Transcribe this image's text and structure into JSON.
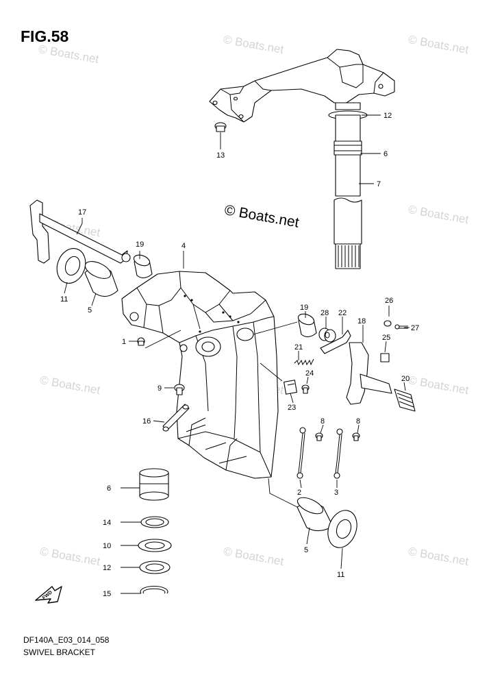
{
  "figure": {
    "title": "FIG.58",
    "code": "DF140A_E03_014_058",
    "name": "SWIVEL BRACKET"
  },
  "watermark": {
    "main": "© Boats.net",
    "faint": "© Boats.net"
  },
  "forward_icon": {
    "icon": "fwd-arrow-icon",
    "label": "FWD"
  },
  "callouts": [
    "1",
    "2",
    "3",
    "4",
    "5",
    "5",
    "6",
    "6",
    "7",
    "8",
    "8",
    "9",
    "10",
    "11",
    "11",
    "12",
    "12",
    "13",
    "14",
    "15",
    "16",
    "17",
    "18",
    "19",
    "19",
    "20",
    "21",
    "22",
    "23",
    "24",
    "25",
    "26",
    "27",
    "28"
  ]
}
